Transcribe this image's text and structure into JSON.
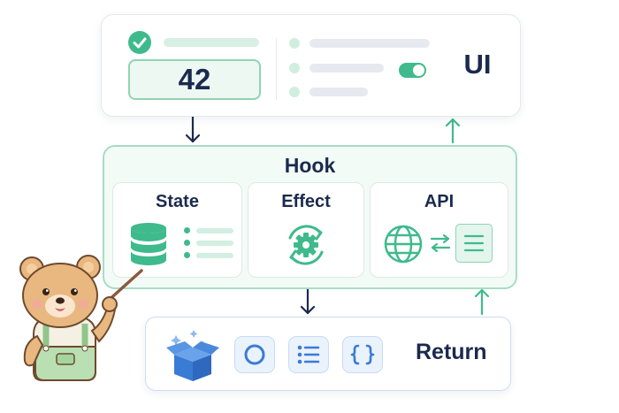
{
  "ui_panel": {
    "counter_value": "42",
    "label": "UI"
  },
  "hook_panel": {
    "title": "Hook",
    "cards": [
      {
        "label": "State",
        "icon": "database-icon"
      },
      {
        "label": "Effect",
        "icon": "gear-cycle-icon"
      },
      {
        "label": "API",
        "icon": "globe-exchange-icon"
      }
    ]
  },
  "return_panel": {
    "label": "Return",
    "icons": [
      "open-box-icon",
      "circle-icon",
      "list-icon",
      "braces-icon"
    ]
  },
  "colors": {
    "green": "#3fba8c",
    "navy": "#1b2a4e",
    "blue": "#3a7bd5"
  }
}
